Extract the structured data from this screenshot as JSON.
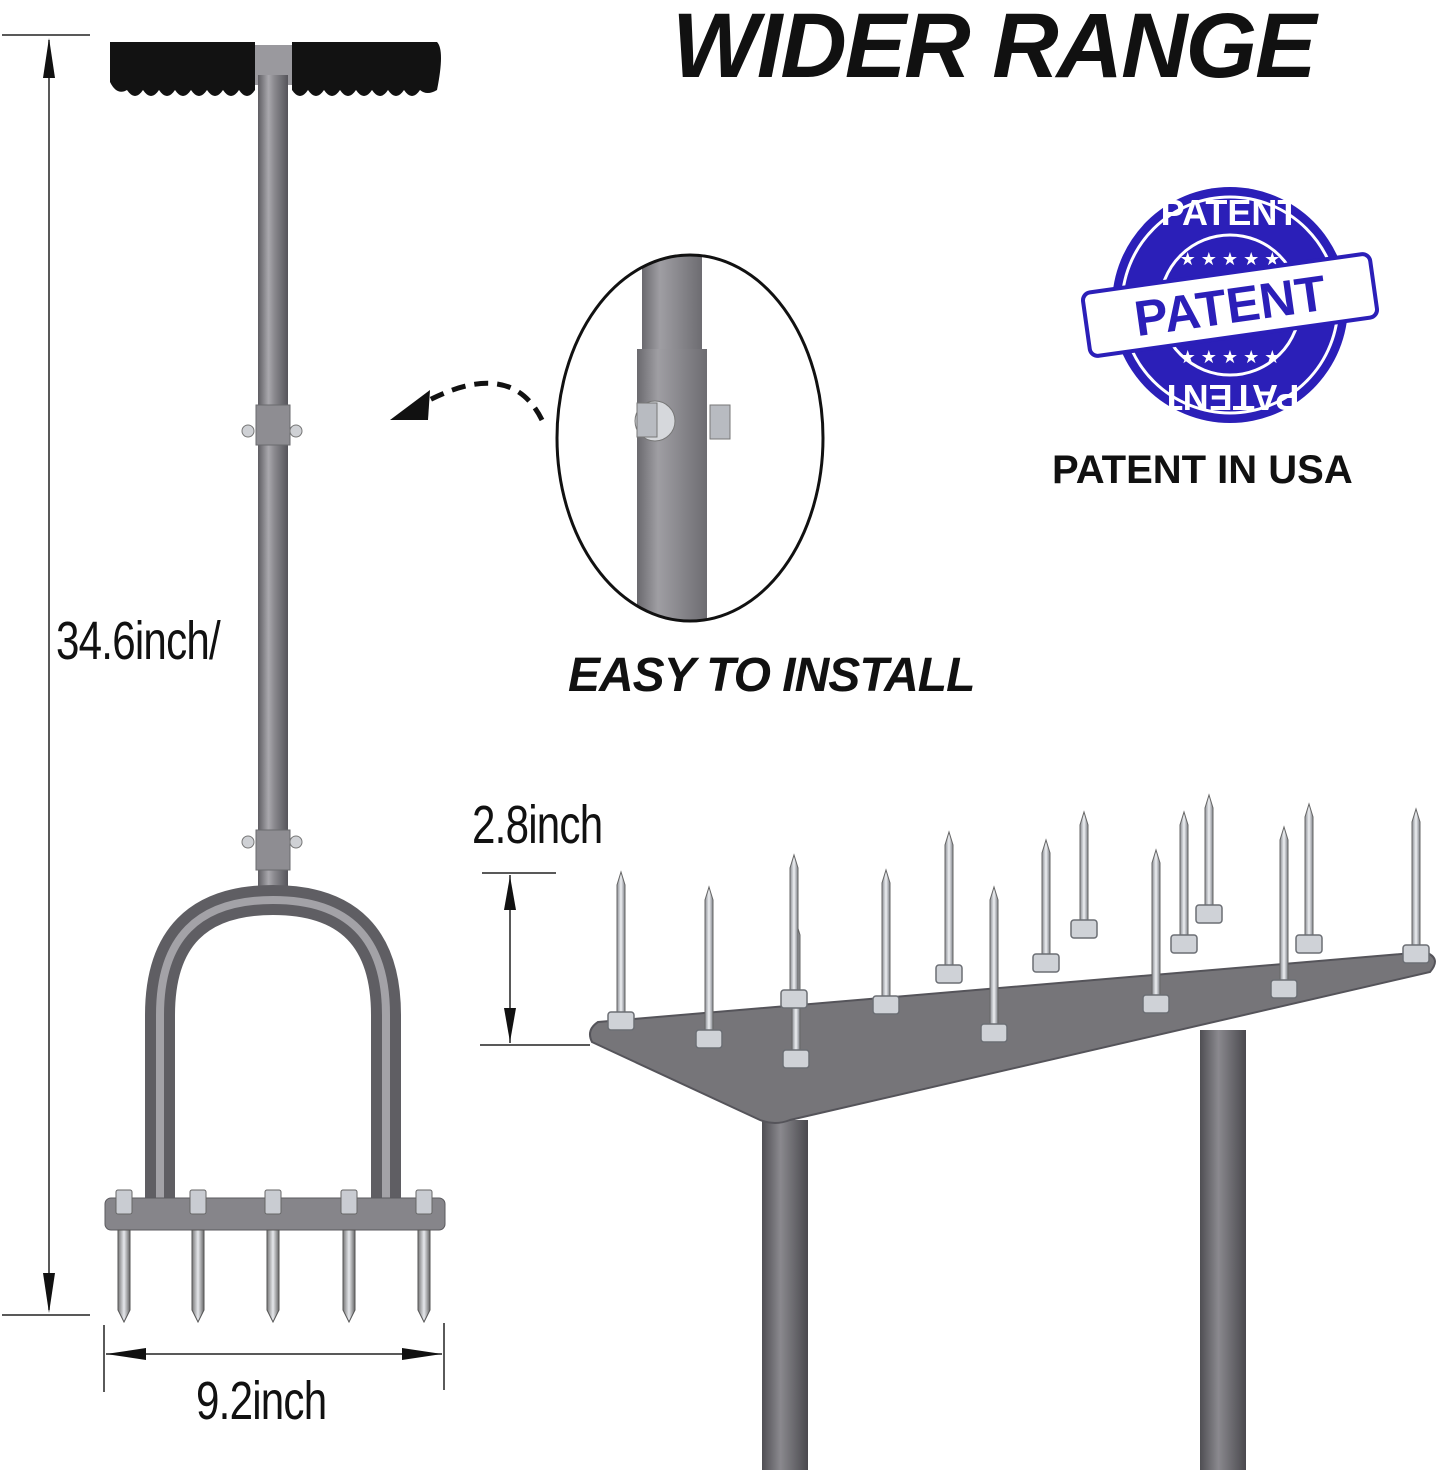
{
  "headline": "WIDER RANGE",
  "install_callout": {
    "caption": "EASY TO INSTALL",
    "arrow_icon": "dashed-curved-arrow-left"
  },
  "patent": {
    "stamp_text_top": "PATENT",
    "stamp_text_center": "PATENT",
    "stamp_text_bottom": "PATENT",
    "label": "PATENT IN USA",
    "stamp_color": "#2b1fb8"
  },
  "dimensions": {
    "height": "34.6inch/",
    "width": "9.2inch",
    "spike_length": "2.8inch"
  },
  "colors": {
    "tool_gray": "#7c7b80",
    "grip_black": "#111111",
    "spike_silver": "#c9ccd2"
  }
}
